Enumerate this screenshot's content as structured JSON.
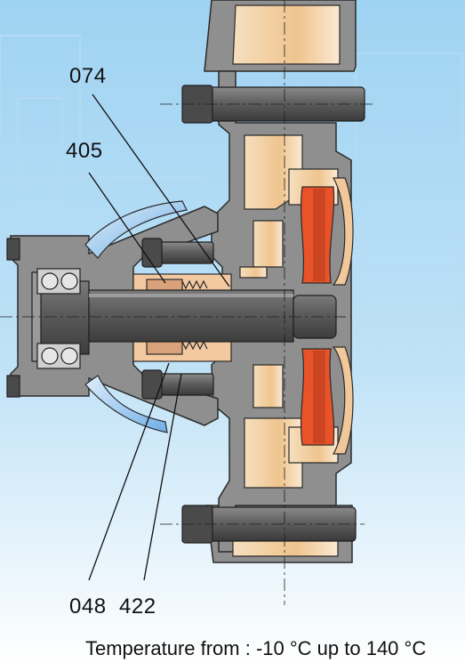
{
  "callouts": {
    "c074": "074",
    "c405": "405",
    "c048": "048",
    "c422": "422"
  },
  "caption": "Temperature from : -10 °C up to 140 °C",
  "colors": {
    "casing": "#8f8f8f",
    "casing_dark": "#6e6e6e",
    "cavity": "#f3d5ad",
    "impeller": "#e8532a",
    "shaft": "#666666",
    "bracket_window": "#7fb7e8",
    "background_top": "#9fd3f2",
    "background_bottom": "#ffffff"
  }
}
